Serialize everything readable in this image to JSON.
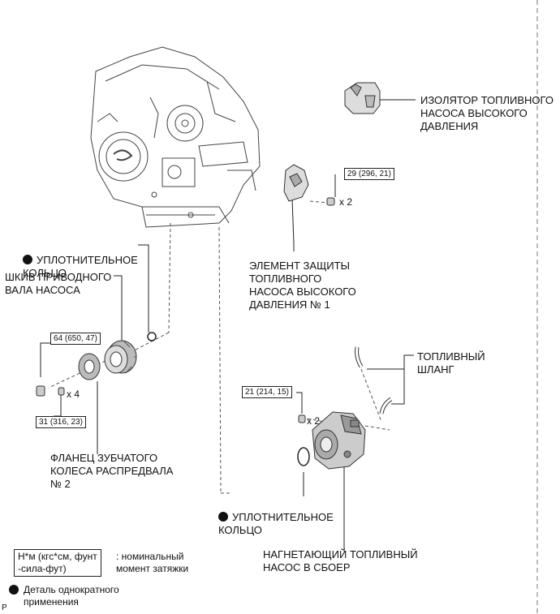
{
  "labels": {
    "isolator": "ИЗОЛЯТОР ТОПЛИВНОГО\nНАСОСА ВЫСОКОГО\nДАВЛЕНИЯ",
    "protector": "ЭЛЕМЕНТ ЗАЩИТЫ\nТОПЛИВНОГО\nНАСОСА ВЫСОКОГО\nДАВЛЕНИЯ № 1",
    "oring_top": "УПЛОТНИТЕЛЬНОЕ\nКОЛЬЦО",
    "pulley": "ШКИВ ПРИВОДНОГО\nВАЛА НАСОСА",
    "flange": "ФЛАНЕЦ ЗУБЧАТОГО\nКОЛЕСА РАСПРЕДВАЛА\n№ 2",
    "fuel_hose": "ТОПЛИВНЫЙ\nШЛАНГ",
    "oring_bottom": "УПЛОТНИТЕЛЬНОЕ\nКОЛЬЦО",
    "pump": "НАГНЕТАЮЩИЙ ТОПЛИВНЫЙ\nНАСОС В СБОЕР"
  },
  "torques": {
    "t1": "29 (296, 21)",
    "t2": "64 (650, 47)",
    "t3": "31 (316, 23)",
    "t4": "21 (214, 15)"
  },
  "quantities": {
    "q1": "x 2",
    "q2": "x 4",
    "q3": "x 2"
  },
  "legend": {
    "torque_unit": "Н*м (кгс*см, фунт\n-сила-фут)",
    "torque_desc": ": номинальный\nмомент затяжки",
    "non_reusable": "Деталь однократного\nприменения"
  },
  "page_code": "P",
  "icons": [
    "non-reusable-dot-icon",
    "engine-illustration",
    "pump-illustration"
  ]
}
